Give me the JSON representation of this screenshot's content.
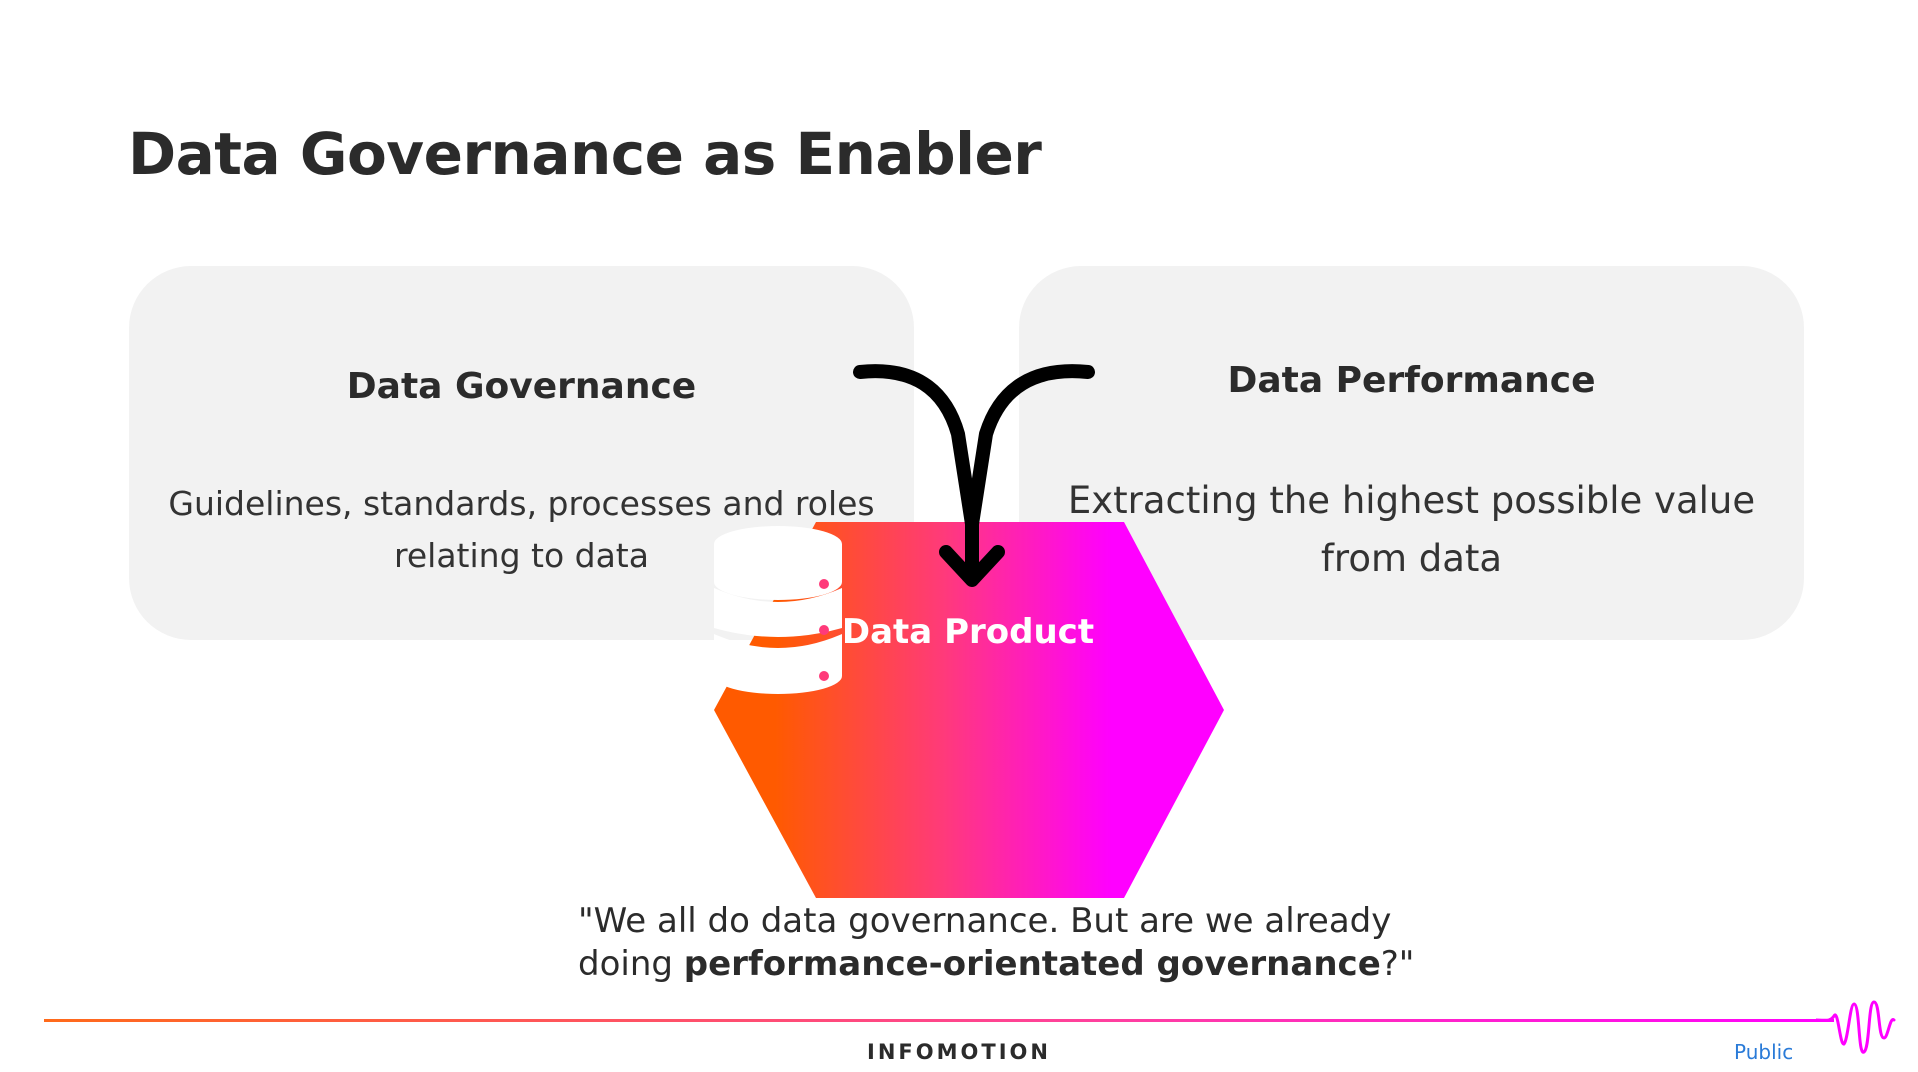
{
  "slide": {
    "title": "Data Governance as Enabler"
  },
  "cards": {
    "governance": {
      "heading": "Data Governance",
      "text": "Guidelines, standards, processes and roles relating to data"
    },
    "performance": {
      "heading": "Data Performance",
      "text": "Extracting the highest possible value from data"
    }
  },
  "product": {
    "label": "Data Product",
    "icon": "database-icon"
  },
  "quote": {
    "line1": "\"We all do data governance. But are we already",
    "line2_prefix": "doing ",
    "line2_bold": "performance-orientated governance",
    "line2_suffix": "?\""
  },
  "footer": {
    "brand": "INFOMOTION",
    "classification": "Public"
  },
  "colors": {
    "gradient_start": "#ff5a00",
    "gradient_mid": "#ff3a7a",
    "gradient_end": "#ff00ff",
    "card_bg": "#f2f2f2",
    "text": "#2b2b2b",
    "classification": "#2a7bd8"
  }
}
